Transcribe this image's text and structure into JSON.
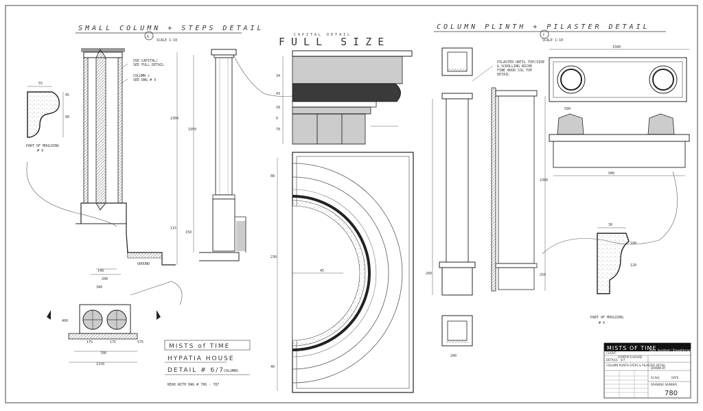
{
  "titles": {
    "small_column": "SMALL COLUMN + STEPS DETAIL",
    "small_column_no": "6",
    "small_column_scale": "SCALE 1:10",
    "capital_top": "CAPITAL DETAIL",
    "capital_full": "FULL SIZE",
    "plinth": "COLUMN PLINTH + PILASTER DETAIL",
    "plinth_no": "7",
    "plinth_scale": "SCALE 1:10"
  },
  "labels": {
    "moulding_left": "PART OF MOULDING",
    "moulding_left_no": "# 9",
    "moulding_right": "PART OF MOULDING",
    "moulding_right_no": "# 9",
    "column_note_1": "USE CAPITAL/",
    "column_note_2": "SEE FULL DETAIL",
    "column_note_3": "COLUMN +",
    "column_note_4": "SEE DWG # 9",
    "ground": "GROUND",
    "pilaster_note_1": "PILASTER UNTIL TOP/SIDE",
    "pilaster_note_2": "& SCROLLING NICHE",
    "pilaster_note_3": "FINE WOOD COL TOP",
    "pilaster_note_4": "DETAIL"
  },
  "dimensions": {
    "left_55": "55",
    "left_45": "45",
    "left_80": "80",
    "col_2300": "2300",
    "col_1950": "1950",
    "col_115": "115",
    "col_150": "150",
    "col_200": "200",
    "col_148": "148",
    "plan_340": "340",
    "plan_400": "400",
    "plan_175": "175",
    "plan_575": "575",
    "plan_700": "700",
    "plan_1150": "1150",
    "cap_34": "34",
    "cap_43": "43",
    "cap_28": "28",
    "cap_6": "6",
    "cap_70": "70",
    "arch_88": "88",
    "arch_230": "230",
    "arch_45": "45",
    "arch_40": "40",
    "plinth_580": "580",
    "plinth_1500": "1500",
    "plinth_2300": "2300",
    "plinth_940": "940",
    "plinth_30": "30",
    "plinth_100": "100",
    "plinth_260": "260",
    "plinth_120": "120",
    "plinth_200": "200",
    "plinth_250": "250"
  },
  "stamp": {
    "brand": "MISTS of TIME",
    "line1": "HYPATIA HOUSE",
    "line2": "DETAIL # 6/7",
    "line2_sub": "COLUMNS",
    "line3": "READ WITH DWG # 786 - 787"
  },
  "title_block": {
    "brand": "MISTS OF TIME",
    "client_label": "CLIENT:",
    "client": "HYPATIA'S HOUSE",
    "details_label": "DETAILS:",
    "details": "6/7",
    "description": "COLUMN PLINTH STEPS & PILASTER DETAIL",
    "company": "Arch. Assistant / Draughtsman",
    "drawn_label": "DRAWN BY",
    "scale_label": "SCALE",
    "date_label": "DATE",
    "dwg_label": "DRAWING NUMBER",
    "dwg_no": "780"
  },
  "colors": {
    "ink": "#2b2b2b",
    "paper": "#ffffff",
    "title_bar": "#111111"
  }
}
